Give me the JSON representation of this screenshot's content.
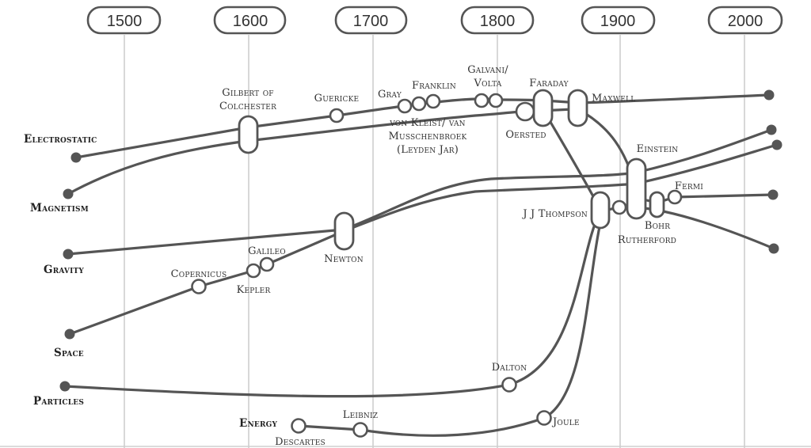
{
  "diagram": {
    "colors": {
      "line": "#555555",
      "grid": "#bdbdbd",
      "background": "#ffffff"
    },
    "timeline": [
      "1500",
      "1600",
      "1700",
      "1800",
      "1900",
      "2000"
    ],
    "categories": {
      "electrostatic": "Electrostatic",
      "magnetism": "Magnetism",
      "gravity": "Gravity",
      "space": "Space",
      "particles": "Particles",
      "energy": "Energy"
    },
    "scientists": {
      "gilbert_1": "Gilbert of",
      "gilbert_2": "Colchester",
      "guericke": "Guericke",
      "gray": "Gray",
      "franklin": "Franklin",
      "galvani_1": "Galvani/",
      "galvani_2": "Volta",
      "faraday": "Faraday",
      "maxwell": "Maxwell",
      "kleist_1": "von Kleist/ van",
      "kleist_2": "Musschenbroek",
      "kleist_3": "(Leyden Jar)",
      "oersted": "Oersted",
      "einstein": "Einstein",
      "fermi": "Fermi",
      "thompson": "J J Thompson",
      "bohr": "Bohr",
      "rutherford": "Rutherford",
      "galileo": "Galileo",
      "copernicus": "Copernicus",
      "kepler": "Kepler",
      "newton": "Newton",
      "dalton": "Dalton",
      "leibniz": "Leibniz",
      "joule": "Joule",
      "descartes": "Descartes"
    }
  }
}
